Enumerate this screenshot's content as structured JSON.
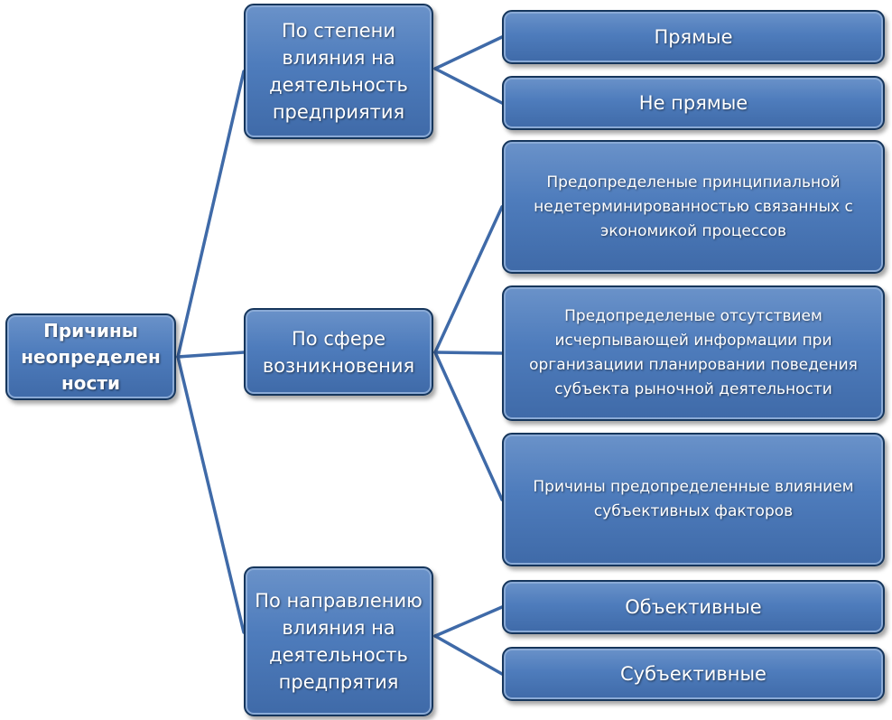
{
  "root": {
    "label": "Причины неопределен ности"
  },
  "categories": [
    {
      "label": "По степени влияния на деятельность предприятия",
      "children": [
        "Прямые",
        "Не прямые"
      ]
    },
    {
      "label": "По сфере возникновения",
      "children": [
        "Предопределеные принципиальной недетерминированностью связанных с экономикой процессов",
        "Предопределеные отсутствием исчерпывающей информации при организациии планировании поведения субъекта рыночной деятельности",
        "Причины предопределенные влиянием субъективных факторов"
      ]
    },
    {
      "label": "По направлению влияния на деятельность предпрятия",
      "children": [
        "Объективные",
        "Субъективные"
      ]
    }
  ],
  "colors": {
    "box_fill": "#4f81bd",
    "box_border": "#16365c",
    "connector": "#3f6aa8",
    "text": "#ffffff"
  }
}
